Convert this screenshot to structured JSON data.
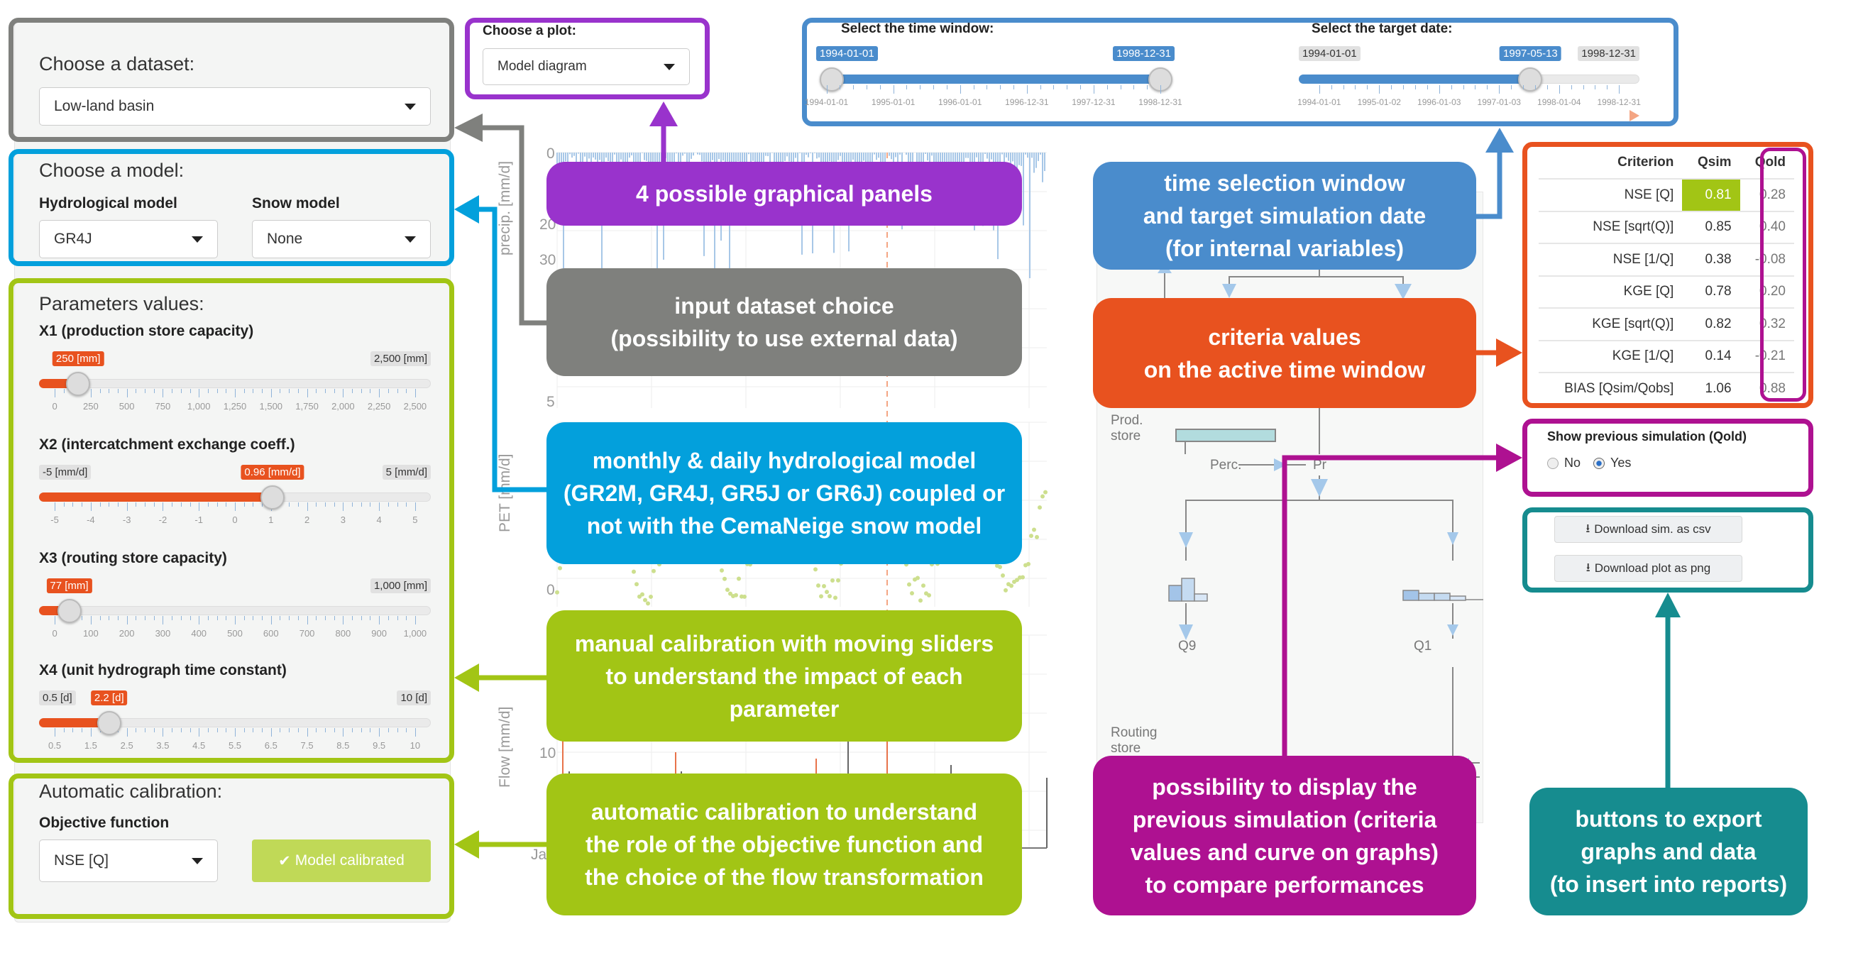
{
  "dataset": {
    "title": "Choose a dataset:",
    "selected": "Low-land basin"
  },
  "model": {
    "title": "Choose a model:",
    "hydro_label": "Hydrological model",
    "hydro_selected": "GR4J",
    "snow_label": "Snow model",
    "snow_selected": "None"
  },
  "parameters": {
    "title": "Parameters values:",
    "sliders": [
      {
        "label": "X1 (production store capacity)",
        "value_label": "250 [mm]",
        "min": 0,
        "max": 2500,
        "value": 250,
        "min_label": "",
        "max_label": "2,500 [mm]",
        "ticks": [
          "0",
          "250",
          "500",
          "750",
          "1,000",
          "1,250",
          "1,500",
          "1,750",
          "2,000",
          "2,250",
          "2,500"
        ]
      },
      {
        "label": "X2 (intercatchment exchange coeff.)",
        "value_label": "0.96 [mm/d]",
        "min": -5,
        "max": 5,
        "value": 0.96,
        "min_label": "-5 [mm/d]",
        "max_label": "5 [mm/d]",
        "ticks": [
          "-5",
          "-4",
          "-3",
          "-2",
          "-1",
          "0",
          "1",
          "2",
          "3",
          "4",
          "5"
        ]
      },
      {
        "label": "X3 (routing store capacity)",
        "value_label": "77 [mm]",
        "min": 0,
        "max": 1000,
        "value": 77,
        "min_label": "",
        "max_label": "1,000 [mm]",
        "ticks": [
          "0",
          "100",
          "200",
          "300",
          "400",
          "500",
          "600",
          "700",
          "800",
          "900",
          "1,000"
        ]
      },
      {
        "label": "X4 (unit hydrograph time constant)",
        "value_label": "2.2 [d]",
        "min": 0.5,
        "max": 10,
        "value": 2.2,
        "min_label": "0.5 [d]",
        "max_label": "10 [d]",
        "ticks": [
          "0.5",
          "1.5",
          "2.5",
          "3.5",
          "4.5",
          "5.5",
          "6.5",
          "7.5",
          "8.5",
          "9.5",
          "10"
        ]
      }
    ]
  },
  "autocal": {
    "title": "Automatic calibration:",
    "objective_label": "Objective function",
    "objective_selected": "NSE [Q]",
    "button_label": "Model calibrated"
  },
  "plot_choice": {
    "title": "Choose a plot:",
    "selected": "Model diagram"
  },
  "time_window": {
    "title": "Select the time window:",
    "from": "1994-01-01",
    "to": "1998-12-31",
    "ticks": [
      "1994-01-01",
      "1995-01-01",
      "1996-01-01",
      "1996-12-31",
      "1997-12-31",
      "1998-12-31"
    ]
  },
  "target_date": {
    "title": "Select the target date:",
    "min_label": "1994-01-01",
    "value": "1997-05-13",
    "max_label": "1998-12-31",
    "fraction": 0.68,
    "ticks": [
      "1994-01-01",
      "1995-01-02",
      "1996-01-03",
      "1997-01-03",
      "1998-01-04",
      "1998-12-31"
    ]
  },
  "criteria": {
    "headers": [
      "Criterion",
      "Qsim",
      "Qold"
    ],
    "rows": [
      {
        "criterion": "NSE [Q]",
        "qsim": "0.81",
        "qold": "0.28"
      },
      {
        "criterion": "NSE [sqrt(Q)]",
        "qsim": "0.85",
        "qold": "0.40"
      },
      {
        "criterion": "NSE [1/Q]",
        "qsim": "0.38",
        "qold": "-0.08"
      },
      {
        "criterion": "KGE [Q]",
        "qsim": "0.78",
        "qold": "0.20"
      },
      {
        "criterion": "KGE [sqrt(Q)]",
        "qsim": "0.82",
        "qold": "0.32"
      },
      {
        "criterion": "KGE [1/Q]",
        "qsim": "0.14",
        "qold": "-0.21"
      },
      {
        "criterion": "BIAS [Qsim/Qobs]",
        "qsim": "1.06",
        "qold": "0.88"
      }
    ]
  },
  "show_previous": {
    "title": "Show previous simulation (Qold)",
    "options": [
      "No",
      "Yes"
    ],
    "selected": "Yes"
  },
  "downloads": {
    "csv_label": "Download sim. as csv",
    "png_label": "Download plot as png"
  },
  "background_plot": {
    "precip_axis": "precip. [mm/d]",
    "precip_ticks": [
      "0",
      "20",
      "30"
    ],
    "pet_axis": "PET [mm/d]",
    "pet_ticks": [
      "5",
      "0"
    ],
    "flow_axis": "Flow [mm/d]",
    "flow_ticks": [
      "10"
    ],
    "x_label_partial": "Ja"
  },
  "diagram": {
    "prod_store": [
      "Prod.",
      "store"
    ],
    "perc": "Perc.",
    "pr": "Pr",
    "q9": "Q9",
    "q1": "Q1",
    "routing_store": [
      "Routing",
      "store"
    ]
  },
  "callouts": {
    "plots": "4 possible graphical panels",
    "dataset": [
      "input dataset choice",
      "(possibility to use external data)"
    ],
    "model": [
      "monthly & daily hydrological model",
      "(GR2M, GR4J, GR5J or GR6J) coupled or",
      "not with the CemaNeige snow model"
    ],
    "manual": [
      "manual calibration with moving sliders",
      "to understand the impact of each",
      "parameter"
    ],
    "auto": [
      "automatic calibration to understand",
      "the role of the objective function and",
      "the choice of the flow transformation"
    ],
    "time": [
      "time selection window",
      "and target simulation date",
      "(for internal variables)"
    ],
    "criteria": [
      "criteria values",
      "on the active time window"
    ],
    "previous": [
      "possibility to display the",
      "previous simulation (criteria",
      "values and curve on graphs)",
      "to compare performances"
    ],
    "export": [
      "buttons to export",
      "graphs and data",
      "(to insert into reports)"
    ]
  },
  "colors": {
    "grey": "#7f807d",
    "blue": "#03a0dc",
    "lime": "#a2c515",
    "purple": "#9933cc",
    "steel": "#4a8ccc",
    "orange": "#e8521f",
    "magenta": "#ae1191",
    "teal": "#168c8f"
  }
}
